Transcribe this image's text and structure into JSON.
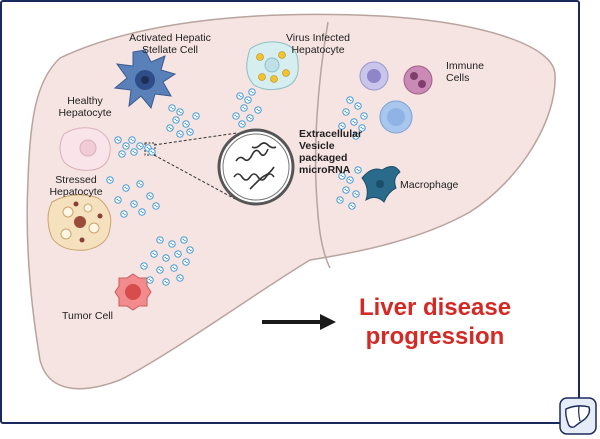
{
  "labels": {
    "stellate": "Activated Hepatic\nStellate Cell",
    "virus": "Virus Infected\nHepatocyte",
    "immune": "Immune\nCells",
    "healthy": "Healthy\nHepatocyte",
    "extracellular": "Extracellular\nVesicle\npackaged\nmicroRNA",
    "stressed": "Stressed\nHepatocyte",
    "macrophage": "Macrophage",
    "tumor": "Tumor Cell"
  },
  "headline": {
    "line1": "Liver disease",
    "line2": "progression"
  },
  "colors": {
    "border": "#1a2a5c",
    "liver_fill": "#f5e4e1",
    "liver_stroke": "#b9a39e",
    "headline": "#d32a26",
    "vesicle": "#2f8fd0",
    "arrow": "#1a1a1a"
  },
  "icons": [
    "stellate-cell-icon",
    "virus-infected-hepatocyte-icon",
    "healthy-hepatocyte-icon",
    "stressed-hepatocyte-icon",
    "tumor-cell-icon",
    "immune-cells-icon",
    "macrophage-icon",
    "vesicle-zoom-icon",
    "liver-logo-icon"
  ]
}
